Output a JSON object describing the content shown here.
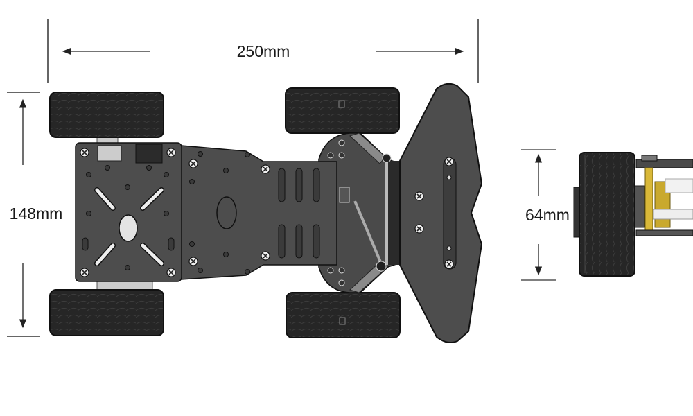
{
  "dimensions": {
    "length": "250mm",
    "width": "148mm",
    "height": "64mm"
  },
  "colors": {
    "plate": "#4a4a4a",
    "tire": "#1e1e1e",
    "dim_line": "#333333",
    "standoff": "#d9b838"
  }
}
